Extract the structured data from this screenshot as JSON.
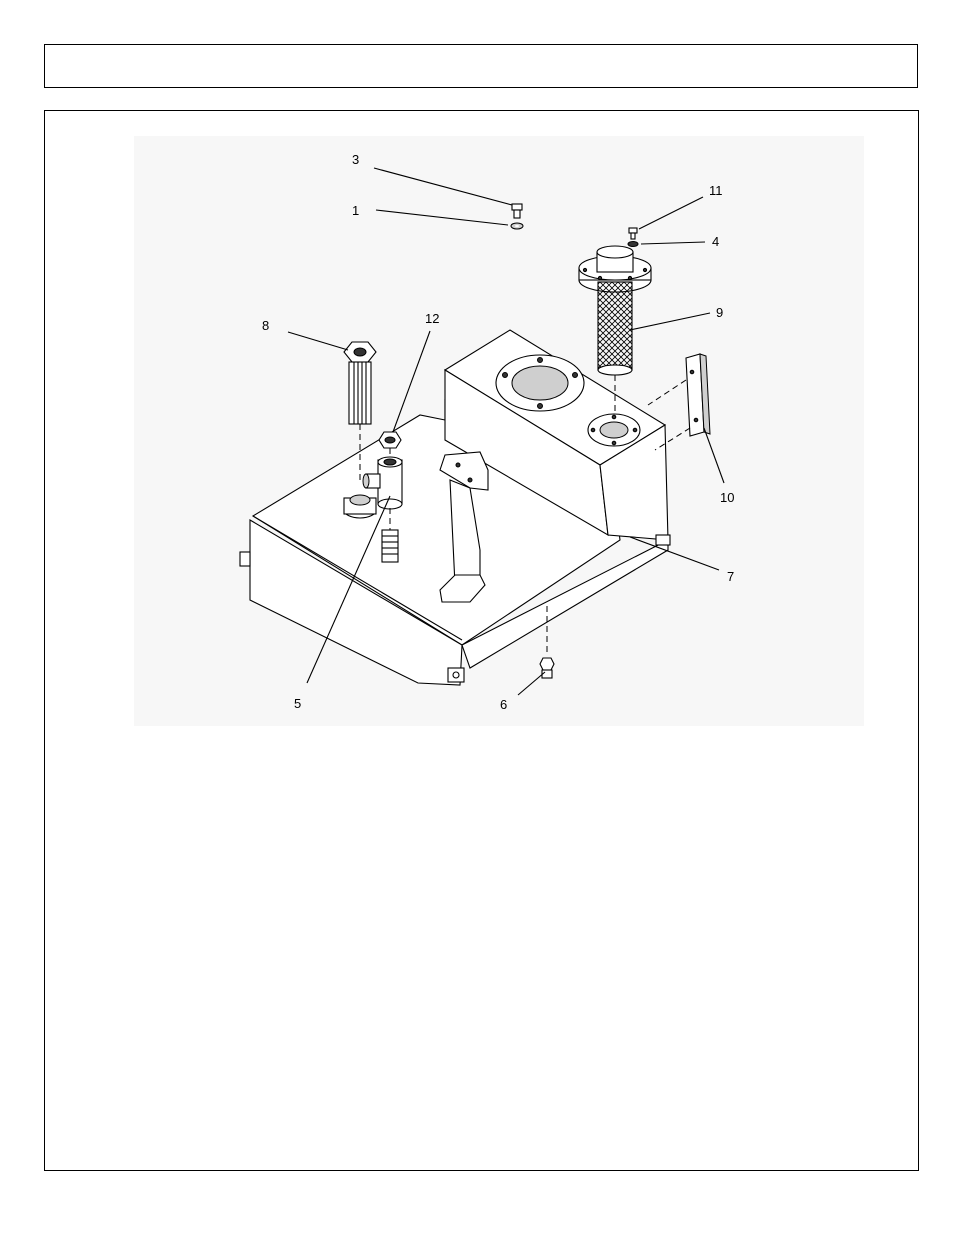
{
  "header": {
    "title": ""
  },
  "callouts": {
    "c1": "1",
    "c3": "3",
    "c4": "4",
    "c5": "5",
    "c6": "6",
    "c7": "7",
    "c8": "8",
    "c9": "9",
    "c10": "10",
    "c11": "11",
    "c12": "12"
  }
}
